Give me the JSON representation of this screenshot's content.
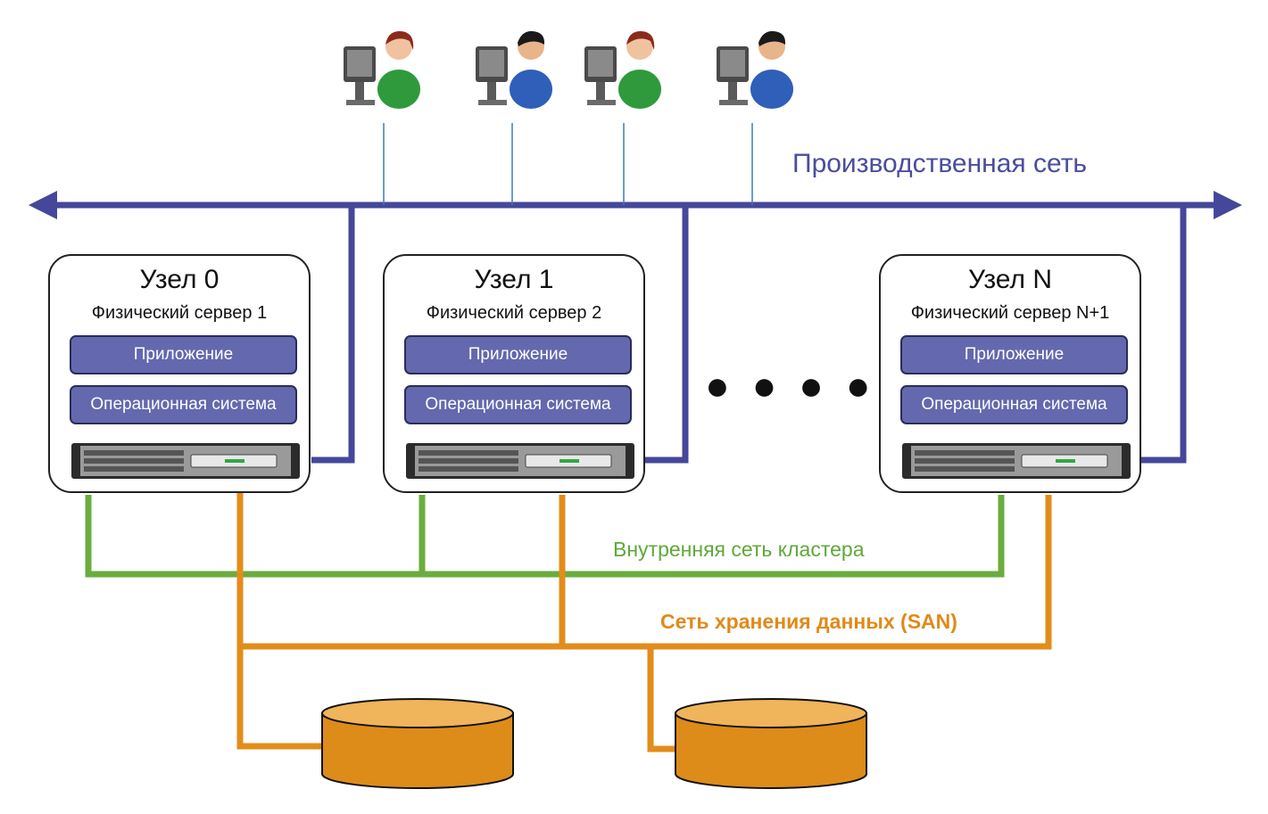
{
  "production_network": {
    "label": "Производственная сеть"
  },
  "nodes": [
    {
      "title": "Узел 0",
      "server": "Физический сервер 1",
      "app": "Приложение",
      "os": "Операционная система"
    },
    {
      "title": "Узел 1",
      "server": "Физический сервер 2",
      "app": "Приложение",
      "os": "Операционная система"
    },
    {
      "title": "Узел N",
      "server": "Физический сервер N+1",
      "app": "Приложение",
      "os": "Операционная система"
    }
  ],
  "ellipsis": "● ● ● ● ● ●",
  "cluster_network": {
    "label": "Внутренняя сеть кластера"
  },
  "san": {
    "label": "Сеть хранения данных (SAN)"
  },
  "colors": {
    "production": "#45479a",
    "cluster": "#6aad3d",
    "san": "#e28d1b",
    "layer": "#6468ae",
    "disk": "#dd8c1a"
  },
  "icons": [
    "user-female-icon",
    "user-male-icon",
    "user-female-icon",
    "user-male-icon"
  ]
}
